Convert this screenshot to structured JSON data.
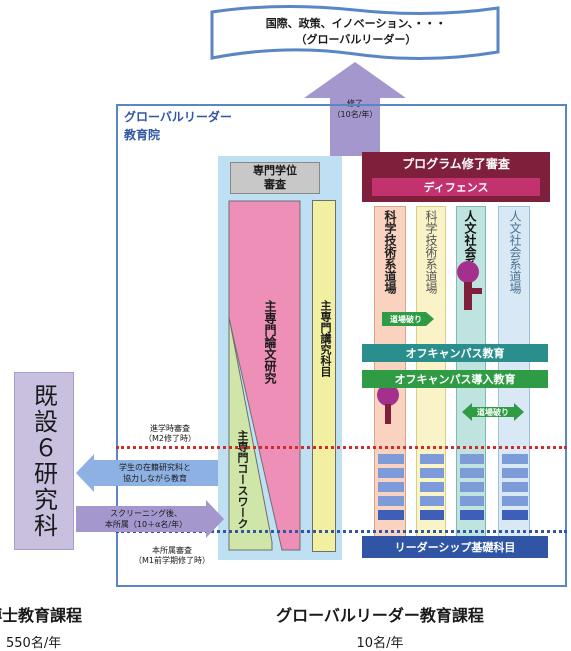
{
  "top_banner": {
    "line1": "国際、政策、イノベーション、・・・",
    "line2": "（グローバルリーダー）"
  },
  "completion_arrow": {
    "line1": "修了",
    "line2": "（10名/年）"
  },
  "school": {
    "line1": "グローバルリーダー",
    "line2": "教育院"
  },
  "senmon_shinsa": {
    "line1": "専門学位",
    "line2": "審査"
  },
  "program_shinsa": "プログラム修了審査",
  "defense": "ディフェンス",
  "thesis_research": "主専門論文研究",
  "lecture_subjects": "主専門講究科目",
  "coursework": "主専門コースワーク",
  "dojo": [
    "科学技術系道場",
    "科学技術系道場",
    "人文社会系道場",
    "人文社会系道場"
  ],
  "dojo_rotation_1": "道場破り",
  "dojo_rotation_2": "道場破り",
  "off_campus": "オフキャンパス教育",
  "off_campus_intro": "オフキャンパス導入教育",
  "leadership": "リーダーシップ基礎科目",
  "advance_exam": {
    "line1": "進学時審査",
    "line2": "（M2修了時）"
  },
  "affiliation_exam": {
    "line1": "本所属審査",
    "line2": "（M1前学期修了時）"
  },
  "left_arrow_text": {
    "line1": "学生の在籍研究科と",
    "line2": "協力しながら教育"
  },
  "right_arrow_text": {
    "line1": "スクリーニング後、",
    "line2": "本所属（10＋α名/年）"
  },
  "existing": "既設６研究科",
  "bottom_left": {
    "title": "博士教育課程",
    "count": "550名/年"
  },
  "bottom_right": {
    "title": "グローバルリーダー教育課程",
    "count": "10名/年"
  },
  "colors": {
    "frame": "#5b86c5",
    "purple": "#a397cd",
    "pink": "#ee8fb8",
    "yellow": "#f2f0a0",
    "maroon": "#7e1f3b",
    "teal": "#2a8f8c",
    "green": "#2f9b44",
    "navy": "#2f55a4"
  }
}
